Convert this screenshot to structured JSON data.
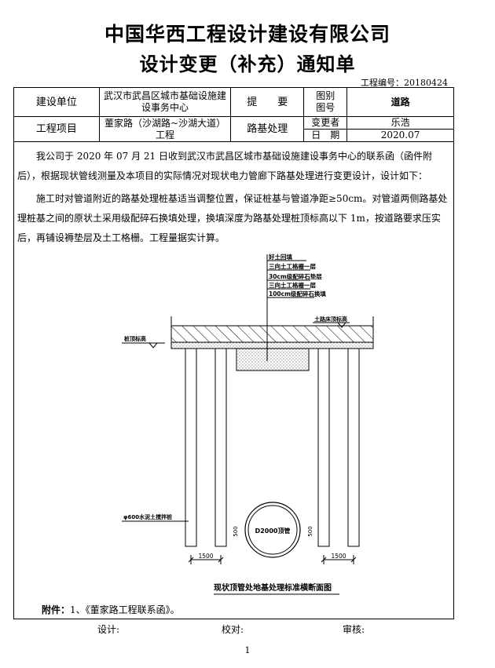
{
  "header": {
    "company": "中国华西工程设计建设有限公司",
    "doc_title": "设计变更（补充）通知单",
    "project_no": "工程编号：20180424"
  },
  "info_table": {
    "unit_label": "建设单位",
    "unit_value": "武汉市武昌区城市基础设施建设事务中心",
    "subject_label": "提　　要",
    "drawing_label_1": "图别",
    "drawing_label_2": "图号",
    "drawing_value": "道路",
    "project_label": "工程项目",
    "project_value": "董家路（沙湖路~沙湖大道）工程",
    "subject_value": "路基处理",
    "changer_label": "变更者",
    "changer_value": "乐浩",
    "date_label": "日　期",
    "date_value": "2020.07"
  },
  "body": {
    "p1": "我公司于 2020 年 07 月 21 日收到武汉市武昌区城市基础设施建设事务中心的联系函（函件附后），根据现状管线测量及本项目的实际情况对现状电力管廊下路基处理进行变更设计，设计如下：",
    "p2": "施工时对管道附近的路基处理桩基适当调整位置，保证桩基与管道净距≥50cm。对管道两侧路基处理桩基之间的原状土采用级配碎石换填处理，换填深度为路基处理桩顶标高以下 1m，按道路要求压实后，再铺设褥垫层及土工格栅。工程量据实计算。"
  },
  "diagram": {
    "layer_labels": [
      "好土回填",
      "三向土工格栅一层",
      "30cm级配碎石垫层",
      "三向土工格栅一层",
      "100cm级配碎石换填"
    ],
    "road_elev_label": "土路床顶标高",
    "pile_top_label": "桩顶标高",
    "pile_label": "φ600水泥土搅拌桩",
    "pipe_label": "D2000顶管",
    "clearance_left": "500",
    "clearance_right": "500",
    "dim_left": "1500",
    "dim_right": "1500",
    "caption": "现状顶管处地基处理标准横断面图"
  },
  "attachment": {
    "label": "附件：",
    "text": "1、《董家路工程联系函》。"
  },
  "signatures": {
    "design": "设计:",
    "check": "校对:",
    "review": "审核:"
  },
  "page_number": "1"
}
